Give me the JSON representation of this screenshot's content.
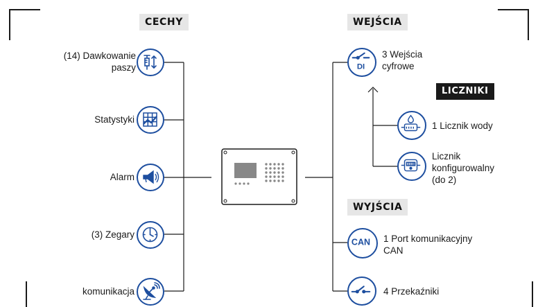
{
  "sections": {
    "features": "CECHY",
    "inputs": "WEJŚCIA",
    "counters": "LICZNIKI",
    "outputs": "WYJŚCIA"
  },
  "features": [
    {
      "line1": "(14) Dawkowanie",
      "line2": "paszy",
      "icon": "feed-dosing-icon"
    },
    {
      "label": "Statystyki",
      "icon": "statistics-chart-icon"
    },
    {
      "label": "Alarm",
      "icon": "alarm-horn-icon"
    },
    {
      "label": "(3) Zegary",
      "icon": "clock-icon"
    },
    {
      "label": "komunikacja",
      "icon": "satellite-dish-icon"
    }
  ],
  "inputs": [
    {
      "line1": "3 Wejścia",
      "line2": "cyfrowe",
      "badge": "DI",
      "icon": "digital-input-switch-icon"
    }
  ],
  "counters": [
    {
      "label": "1 Licznik wody",
      "icon": "water-meter-icon"
    },
    {
      "line1": "Licznik",
      "line2": "konfigurowalny",
      "line3": "(do 2)",
      "icon": "configurable-meter-icon"
    }
  ],
  "outputs": [
    {
      "line1": "1 Port komunikacyjny",
      "line2": "CAN",
      "badge": "CAN",
      "icon": "can-port-icon"
    },
    {
      "label": "4 Przekaźniki",
      "icon": "relay-switch-icon"
    }
  ],
  "colors": {
    "accent": "#1d4e9f",
    "chip_light": "#e6e6e6",
    "chip_dark": "#1a1a1a",
    "line": "#1a1a1a"
  }
}
